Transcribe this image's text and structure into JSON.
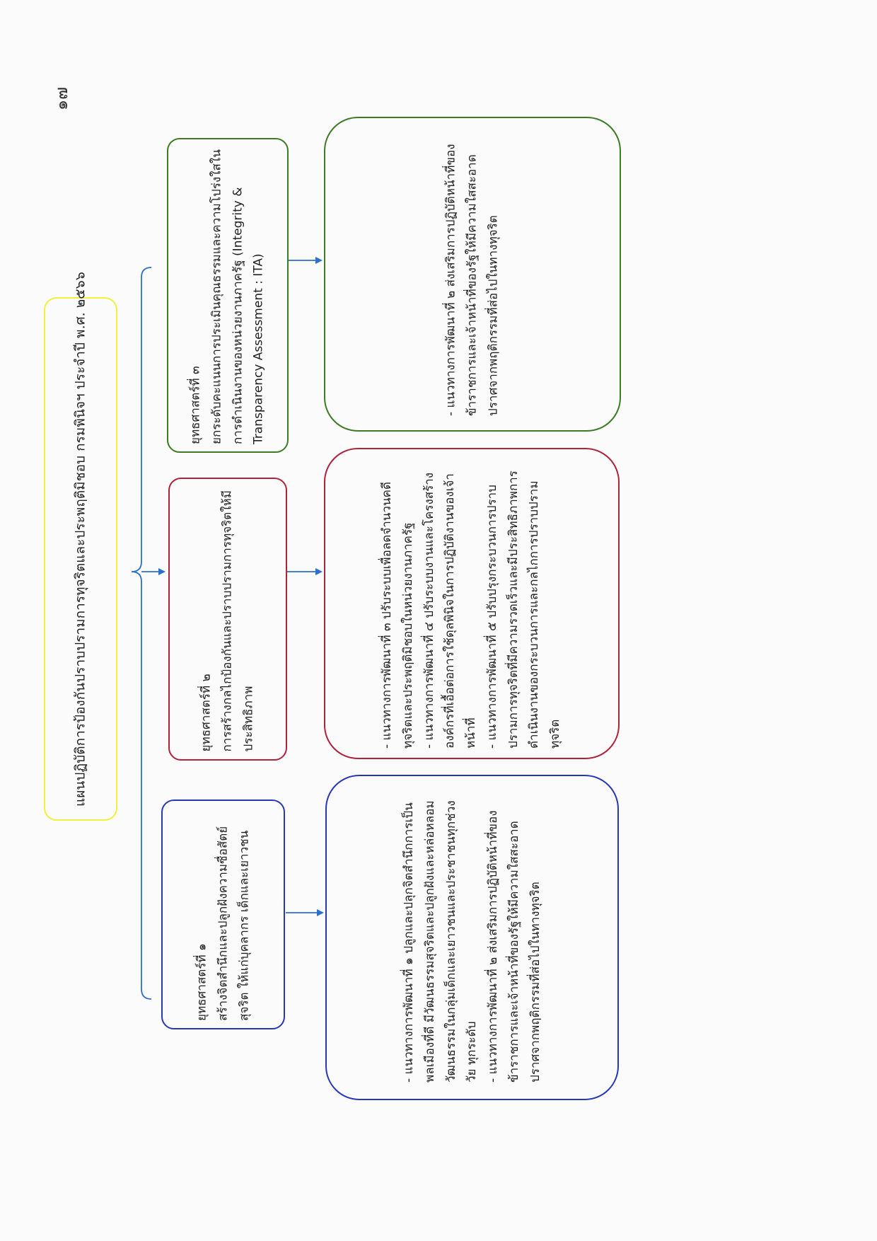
{
  "page": {
    "number": "๑๗"
  },
  "plan": {
    "title": "แผนปฏิบัติการป้องกันปราบปรามการทุจริตและประพฤติมิชอบ กรมพินิจฯ ประจำปี พ.ศ. ๒๕๖๖",
    "border_color": "#f2f03d"
  },
  "strategies": [
    {
      "heading": "ยุทธศาสตร์ที่ ๑",
      "body": "สร้างจิตสำนึกและปลูกฝังความซื่อสัตย์สุจริต ให้แก่บุคลากร เด็กและเยาวชน",
      "color": "#2638b8",
      "guidelines": [
        "- แนวทางการพัฒนาที่ ๑ ปลูกและปลุกจิตสำนึกการเป็นพลเมืองที่ดี มีวัฒนธรรมสุจริตและปลูกฝังและหล่อหลอมวัฒนธรรมในกลุ่มเด็กและเยาวชนและประชาชนทุกช่วงวัย ทุกระดับ",
        "- แนวทางการพัฒนาที่ ๒ ส่งเสริมการปฏิบัติหน้าที่ของข้าราชการและเจ้าหน้าที่ของรัฐให้มีความใสสะอาดปราศจากพฤติกรรมที่ส่อไปในทางทุจริต"
      ]
    },
    {
      "heading": "ยุทธศาสตร์ที่ ๒",
      "body": "การสร้างกลไกป้องกันและปราบปรามการทุจริตให้มีประสิทธิภาพ",
      "color": "#b0213c",
      "guidelines": [
        "- แนวทางการพัฒนาที่ ๓ ปรับระบบเพื่อลดจำนวนคดีทุจริตและประพฤติมิชอบในหน่วยงานภาครัฐ",
        "- แนวทางการพัฒนาที่ ๔ ปรับระบบงานและโครงสร้างองค์กรที่เอื้อต่อการใช้ดุลพินิจในการปฏิบัติงานของเจ้าหน้าที่",
        "- แนวทางการพัฒนาที่ ๕ ปรับปรุงกระบวนการปราบปรามการทุจริตที่มีความรวดเร็วและมีประสิทธิภาพการดำเนินงานของกระบวนการและกลไกการปราบปรามทุจริต"
      ]
    },
    {
      "heading": "ยุทธศาสตร์ที่ ๓",
      "body": "ยกระดับคะแนนการประเมินคุณธรรมและความโปร่งใสในการดำเนินงานของหน่วยงานภาครัฐ (Integrity & Transparency Assessment : ITA)",
      "color": "#3d7a25",
      "guidelines": [
        "- แนวทางการพัฒนาที่ ๒ ส่งเสริมการปฏิบัติหน้าที่ของข้าราชการและเจ้าหน้าที่ของรัฐให้มีความใสสะอาดปราศจากพฤติกรรมที่ส่อไปในทางทุจริต"
      ]
    }
  ],
  "connector_color": "#2d6fd0"
}
